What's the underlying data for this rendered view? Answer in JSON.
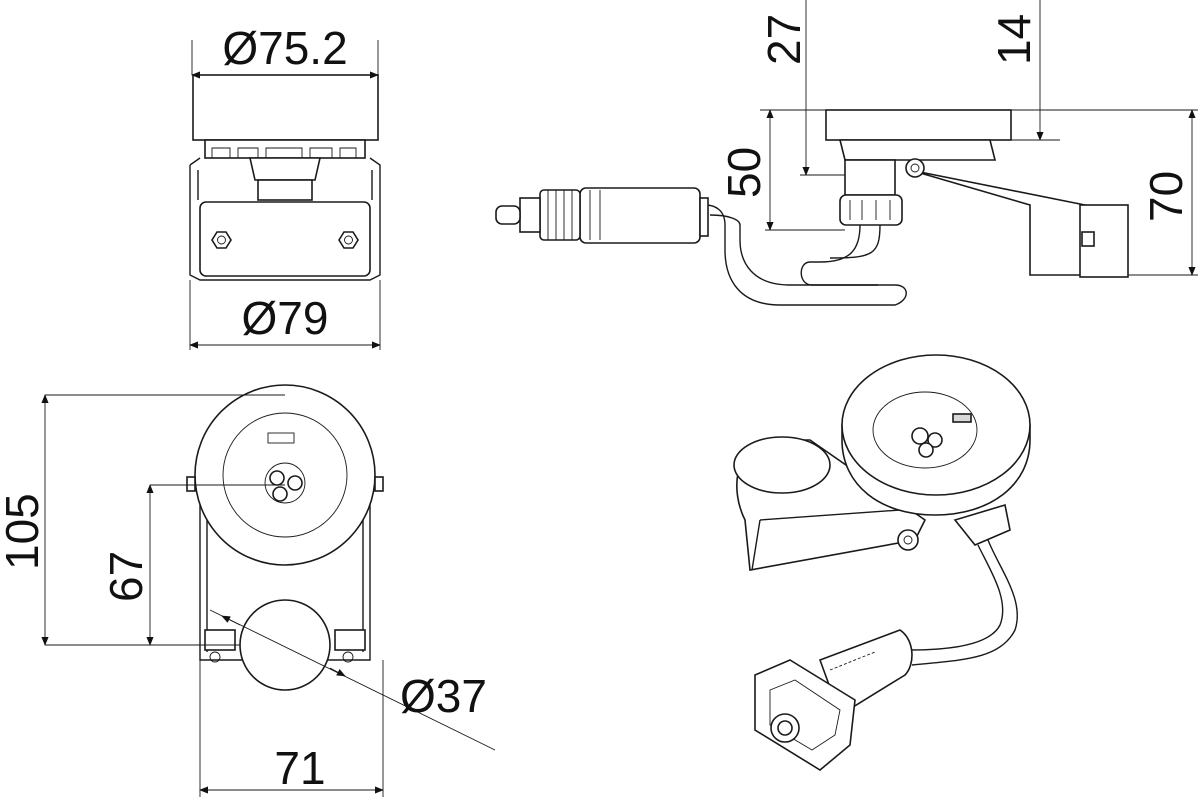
{
  "drawing": {
    "front_view": {
      "top_diameter": "Ø75.2",
      "bottom_diameter": "Ø79"
    },
    "side_view": {
      "dim_top_left": "27",
      "dim_top_right": "14",
      "dim_height_left": "50",
      "dim_height_right": "70"
    },
    "top_view": {
      "dim_total_height": "105",
      "dim_center_height": "67",
      "dim_pipe_diameter": "Ø37",
      "dim_width": "71"
    },
    "iso_view": {}
  }
}
